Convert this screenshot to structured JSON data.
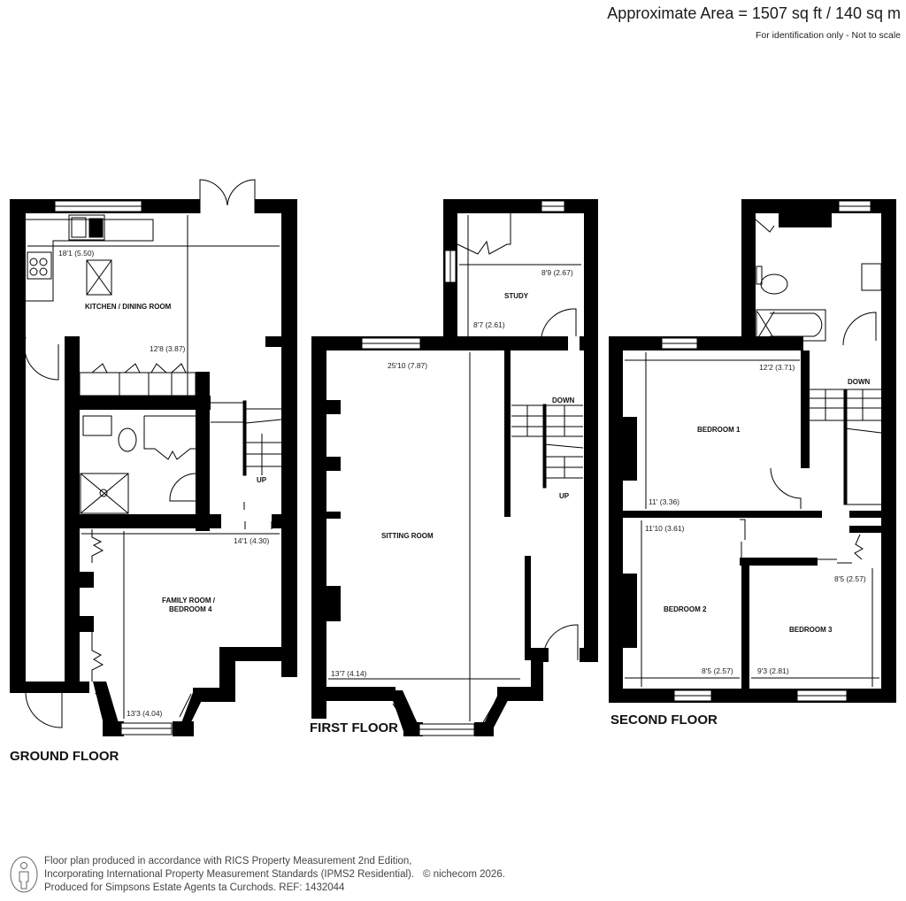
{
  "header": {
    "area_title": "Approximate Area = 1507 sq ft / 140 sq m",
    "note": "For identification only - Not to scale"
  },
  "floors": [
    {
      "name": "GROUND FLOOR",
      "rooms": [
        {
          "name": "KITCHEN / DINING ROOM",
          "dims": [
            "18'1 (5.50)",
            "12'8 (3.87)"
          ]
        },
        {
          "name": "FAMILY ROOM / BEDROOM 4",
          "name_line1": "FAMILY ROOM /",
          "name_line2": "BEDROOM 4",
          "dims": [
            "14'1 (4.30)",
            "13'3 (4.04)"
          ]
        }
      ],
      "stairs": [
        "UP"
      ]
    },
    {
      "name": "FIRST FLOOR",
      "rooms": [
        {
          "name": "STUDY",
          "dims": [
            "8'9 (2.67)",
            "8'7 (2.61)"
          ]
        },
        {
          "name": "SITTING ROOM",
          "dims": [
            "25'10 (7.87)",
            "13'7 (4.14)"
          ]
        }
      ],
      "stairs": [
        "DOWN",
        "UP"
      ]
    },
    {
      "name": "SECOND FLOOR",
      "rooms": [
        {
          "name": "BEDROOM 1",
          "dims": [
            "12'2 (3.71)",
            "11' (3.36)"
          ]
        },
        {
          "name": "BEDROOM 2",
          "dims": [
            "11'10 (3.61)",
            "8'5 (2.57)"
          ]
        },
        {
          "name": "BEDROOM 3",
          "dims": [
            "8'5 (2.57)",
            "9'3 (2.81)"
          ]
        }
      ],
      "stairs": [
        "DOWN"
      ]
    }
  ],
  "footer": {
    "line1": "Floor plan produced in accordance with RICS Property Measurement 2nd Edition,",
    "line2": "Incorporating International Property Measurement Standards (IPMS2 Residential).",
    "copyright": "© nichecom 2026.",
    "line3": "Produced for Simpsons Estate Agents ta Curchods.   REF: 1432044",
    "icon": "person-icon"
  },
  "colors": {
    "wall": "#000000",
    "background": "#ffffff",
    "text": "#111111",
    "footer_text": "#444444"
  }
}
